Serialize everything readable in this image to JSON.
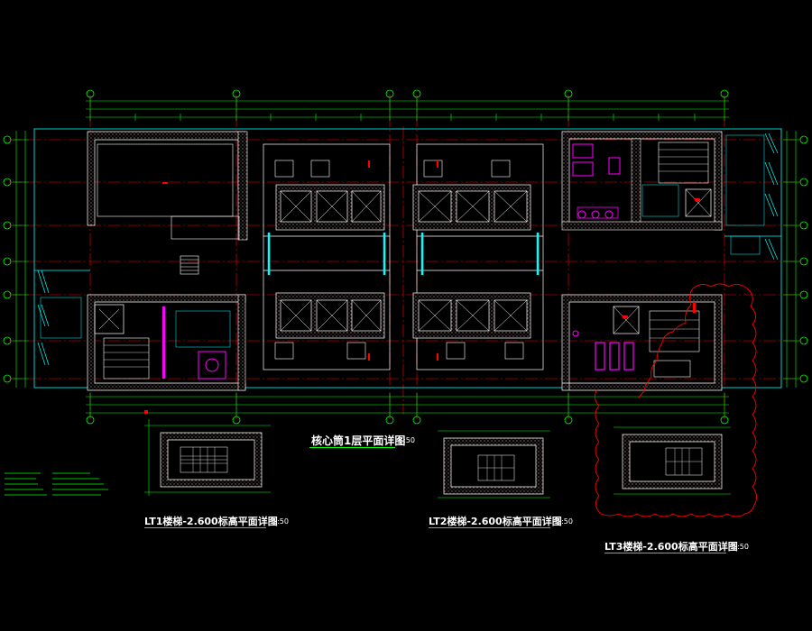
{
  "drawing": {
    "main_title": "核心筒1层平面详图",
    "main_scale": "1:50",
    "detail_1_title": "LT1楼梯-2.600标高平面详图",
    "detail_1_scale": "1:50",
    "detail_2_title": "LT2楼梯-2.600标高平面详图",
    "detail_2_scale": "1:50",
    "detail_3_title": "LT3楼梯-2.600标高平面详图",
    "detail_3_scale": "1:50"
  },
  "colors": {
    "background": "#000000",
    "grid": "#ff0000",
    "dimension": "#00ff00",
    "wall": "#ffffff",
    "annotation": "#00ffff",
    "fixture": "#ff00ff",
    "revision_cloud": "#ff0000"
  }
}
